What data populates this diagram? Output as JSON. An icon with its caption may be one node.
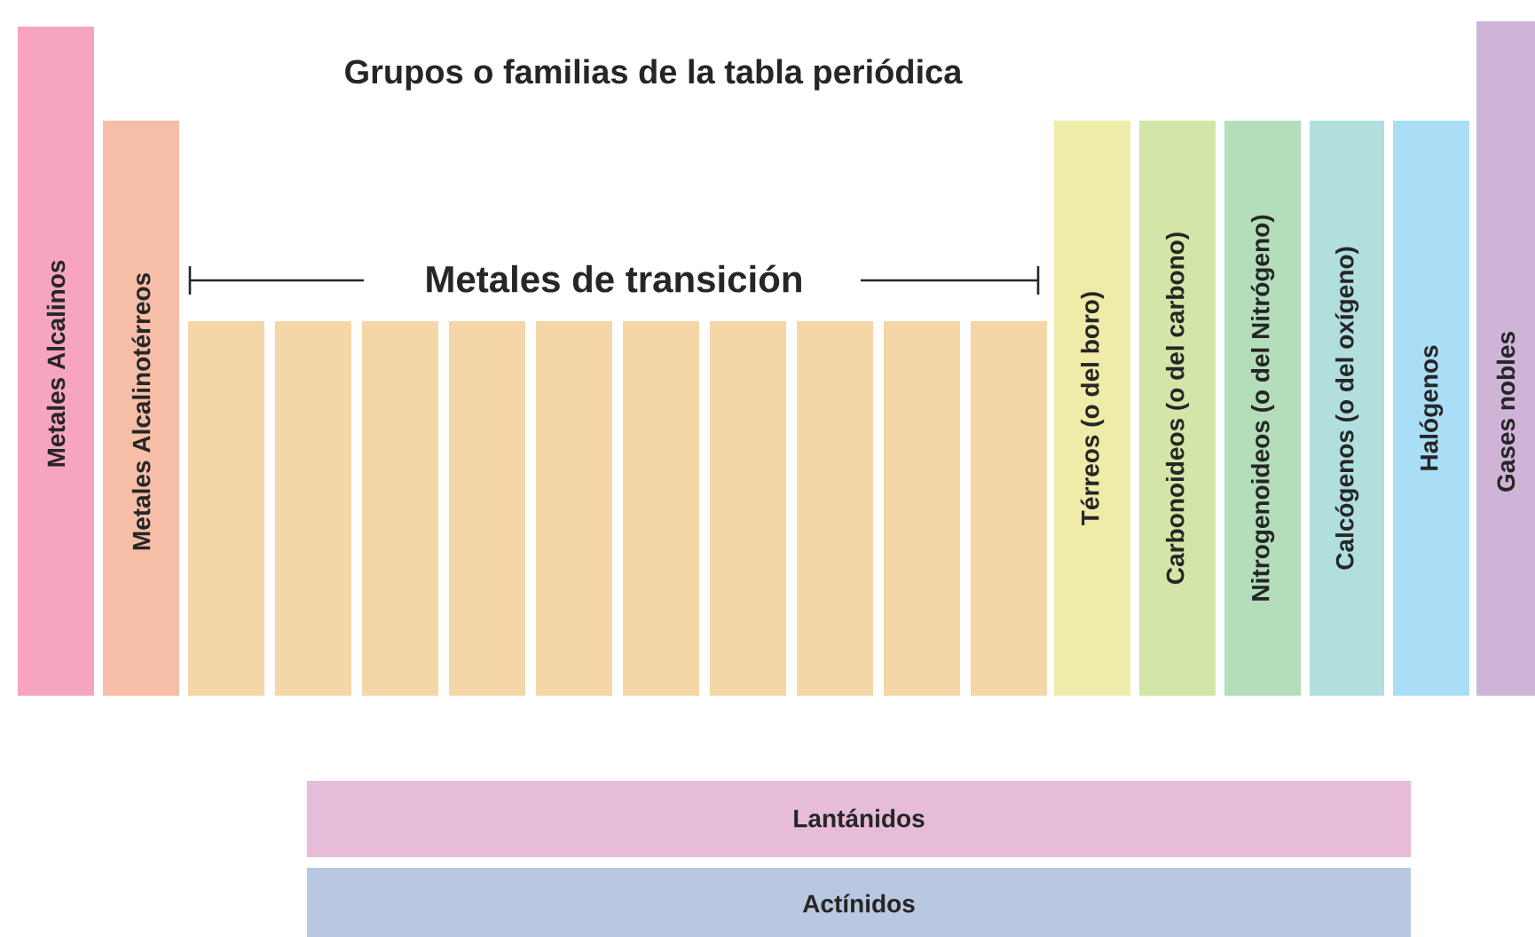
{
  "diagram": {
    "title": "Grupos o familias de la tabla periódica",
    "nodes": [
      {
        "text": [
          "Metales Alcalinos"
        ]
      },
      {
        "text": [
          "Metales Alcalinotérreos"
        ]
      },
      {
        "text": [],
        "shape": "bar"
      },
      {
        "text": [],
        "shape": "bar"
      },
      {
        "text": [],
        "shape": "bar"
      },
      {
        "text": [],
        "shape": "bar"
      },
      {
        "text": [],
        "shape": "bar"
      },
      {
        "text": [],
        "shape": "bar"
      },
      {
        "text": [],
        "shape": "bar"
      },
      {
        "text": [],
        "shape": "bar"
      },
      {
        "text": [],
        "shape": "bar"
      },
      {
        "text": [],
        "shape": "bar"
      },
      {
        "text": [
          "Térreos (o del boro)"
        ]
      },
      {
        "text": [
          "Carbonoideos (o del carbono)"
        ]
      },
      {
        "text": [
          "Nitrogenoideos (o del Nitrógeno)"
        ]
      },
      {
        "text": [
          "Calcógenos (o del oxígeno)"
        ]
      },
      {
        "text": [
          "Halógenos"
        ]
      },
      {
        "text": [
          "Gases nobles"
        ]
      },
      {
        "text": [
          "Lantánidos"
        ]
      },
      {
        "text": [
          "Actínidos"
        ]
      }
    ],
    "labels": [
      "Metales de transición"
    ]
  }
}
